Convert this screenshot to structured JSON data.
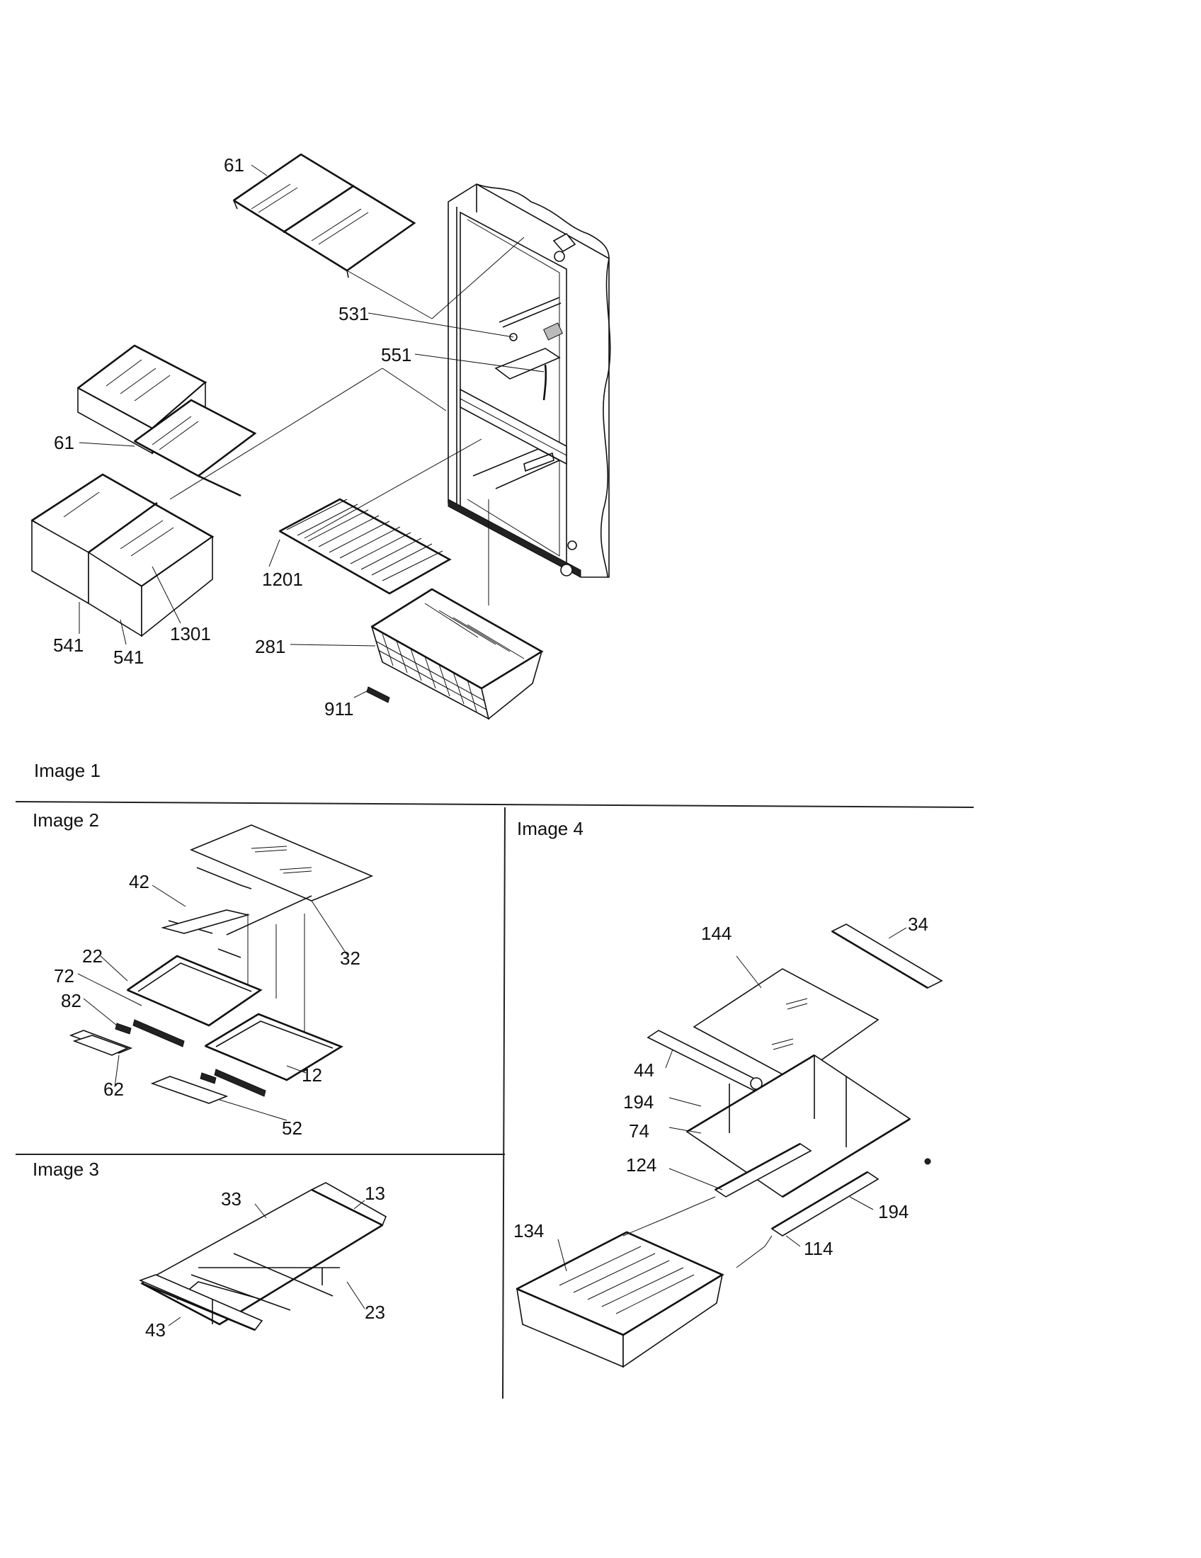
{
  "panels": {
    "image1": {
      "caption": "Image 1",
      "callouts": [
        "61",
        "531",
        "551",
        "61",
        "1201",
        "1301",
        "541",
        "541",
        "281",
        "911"
      ]
    },
    "image2": {
      "caption": "Image 2",
      "callouts": [
        "42",
        "32",
        "22",
        "72",
        "82",
        "12",
        "62",
        "52"
      ]
    },
    "image3": {
      "caption": "Image 3",
      "callouts": [
        "33",
        "13",
        "43",
        "23"
      ]
    },
    "image4": {
      "caption": "Image 4",
      "callouts": [
        "144",
        "34",
        "44",
        "194",
        "74",
        "124",
        "194",
        "134",
        "114"
      ]
    }
  }
}
